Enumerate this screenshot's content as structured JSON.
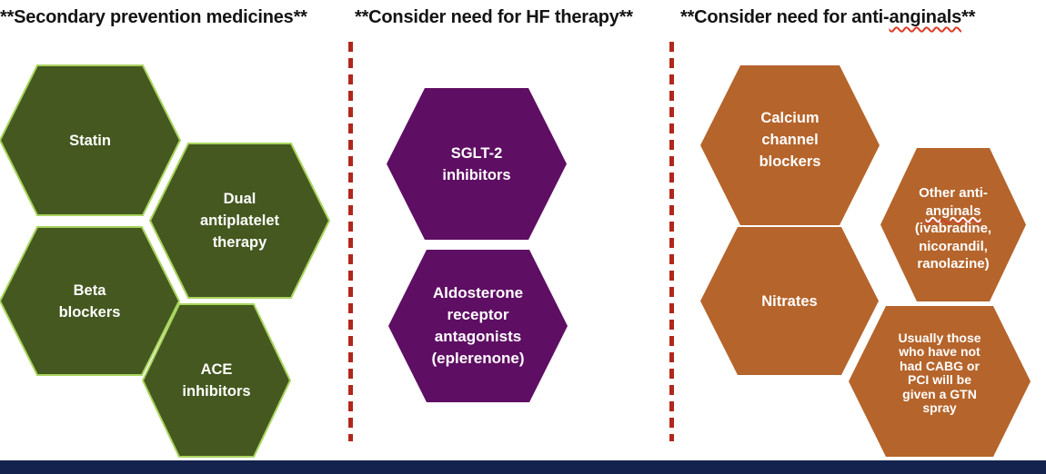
{
  "headings": {
    "secondary_prevention": "**Secondary prevention medicines**",
    "hf_therapy": "**Consider need for HF therapy**",
    "anti_anginals_prefix": "**Consider need for anti-",
    "anti_anginals_squiggle": "anginals",
    "anti_anginals_suffix": "**"
  },
  "colors": {
    "green": "#44581F",
    "green_border": "#A9D45E",
    "purple": "#5E0E63",
    "orange": "#B5642B",
    "dash_red": "#B1271B",
    "squiggle_red": "#DF3B28",
    "footer_navy": "#14234E",
    "text_white": "#FFFFFF",
    "heading_black": "#141414"
  },
  "hexes": {
    "statin": {
      "label": "Statin"
    },
    "dual": {
      "label": "Dual\nantiplatelet\ntherapy"
    },
    "beta": {
      "label": "Beta\nblockers"
    },
    "ace": {
      "label": "ACE\ninhibitors"
    },
    "sglt2": {
      "label": "SGLT-2\ninhibitors"
    },
    "aldosterone": {
      "label": "Aldosterone\nreceptor\nantagonists\n(eplerenone)"
    },
    "ccb": {
      "label": "Calcium\nchannel\nblockers"
    },
    "other": {
      "line1": "Other anti-",
      "squiggle": "anginals",
      "rest": "(ivabradine,\nnicorandil,\nranolazine)"
    },
    "nitrates": {
      "label": "Nitrates"
    },
    "gtn": {
      "label": "Usually those\nwho have not\nhad CABG or\nPCI will be\ngiven a GTN\nspray"
    }
  }
}
